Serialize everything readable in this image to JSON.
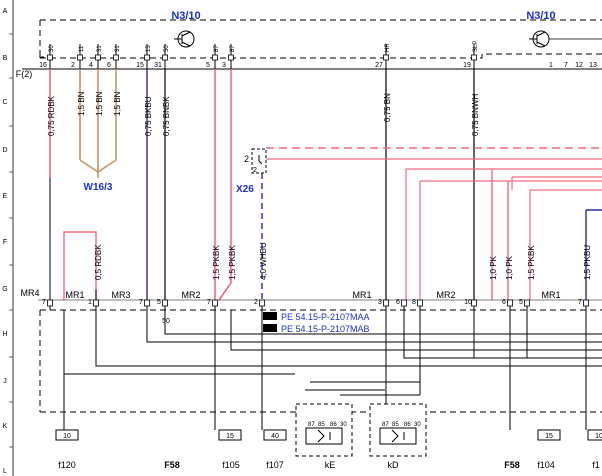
{
  "row_letters": [
    "A",
    "B",
    "C",
    "D",
    "E",
    "F",
    "G",
    "H",
    "J",
    "K",
    "L"
  ],
  "modules": {
    "n3_10_left": "N3/10",
    "n3_10_right": "N3/10",
    "w16_3": "W16/3",
    "x26": "X26"
  },
  "connectors": {
    "f2": "F(2)",
    "mr4": "MR4",
    "mr1_a": "MR1",
    "mr3": "MR3",
    "mr2_a": "MR2",
    "mr1_b": "MR1",
    "mr2_b": "MR2",
    "mr1_c": "MR1"
  },
  "top_pins": [
    {
      "top": "30",
      "bottom": "16"
    },
    {
      "top": "11",
      "bottom": "2"
    },
    {
      "top": "31",
      "bottom": "4"
    },
    {
      "top": "31",
      "bottom": "6"
    },
    {
      "top": "15",
      "bottom": "15"
    },
    {
      "top": "50",
      "bottom": "31"
    },
    {
      "top": "87",
      "bottom": "5"
    },
    {
      "top": "87",
      "bottom": "3"
    },
    {
      "top": "HR",
      "bottom": "27"
    },
    {
      "top": "SLP",
      "bottom": "19"
    }
  ],
  "right_pins": [
    "1",
    "7",
    "12",
    "13"
  ],
  "upper_wires": [
    "0,75 RDBK",
    "1,5 BN",
    "1,5 BN",
    "1,5 BN",
    "0,75 BKBU",
    "0,75 BNBK",
    "0,75 BN",
    "0,75 BNWH"
  ],
  "lower_wires": [
    "0,5 RDBK",
    "1,5 PKBK",
    "1,5 PKBK",
    "4,0 WHBU",
    "1,0 PK",
    "1,0 PK",
    "1,5 PKBK",
    "1,5 PKBU"
  ],
  "x26_pins": {
    "outer": "2",
    "inner": "2"
  },
  "mr_pins": [
    "7",
    "1",
    "7",
    "5",
    "7",
    "2",
    "3",
    "6",
    "8",
    "10",
    "6",
    "5",
    "7"
  ],
  "inner_pin": "50",
  "references": [
    "PE 54.15-P-2107MAA",
    "PE 54.15-P-2107MAB"
  ],
  "fuses": [
    "10",
    "15",
    "40",
    "15",
    "10"
  ],
  "relay_pins": [
    "87",
    "85",
    "86",
    "30"
  ],
  "bottom_labels": [
    {
      "text": "f120",
      "bold": false
    },
    {
      "text": "F58",
      "bold": true
    },
    {
      "text": "f105",
      "bold": false
    },
    {
      "text": "f107",
      "bold": false
    },
    {
      "text": "kE",
      "bold": false
    },
    {
      "text": "kD",
      "bold": false
    },
    {
      "text": "F58",
      "bold": true
    },
    {
      "text": "f104",
      "bold": false
    },
    {
      "text": "f1",
      "bold": false
    }
  ],
  "colors": {
    "blue_label": "#1a2fd0",
    "pink_wire": "#f06a80",
    "brown_wire": "#c2956a",
    "navy_wire": "#2a2a9a",
    "black": "#000000"
  }
}
